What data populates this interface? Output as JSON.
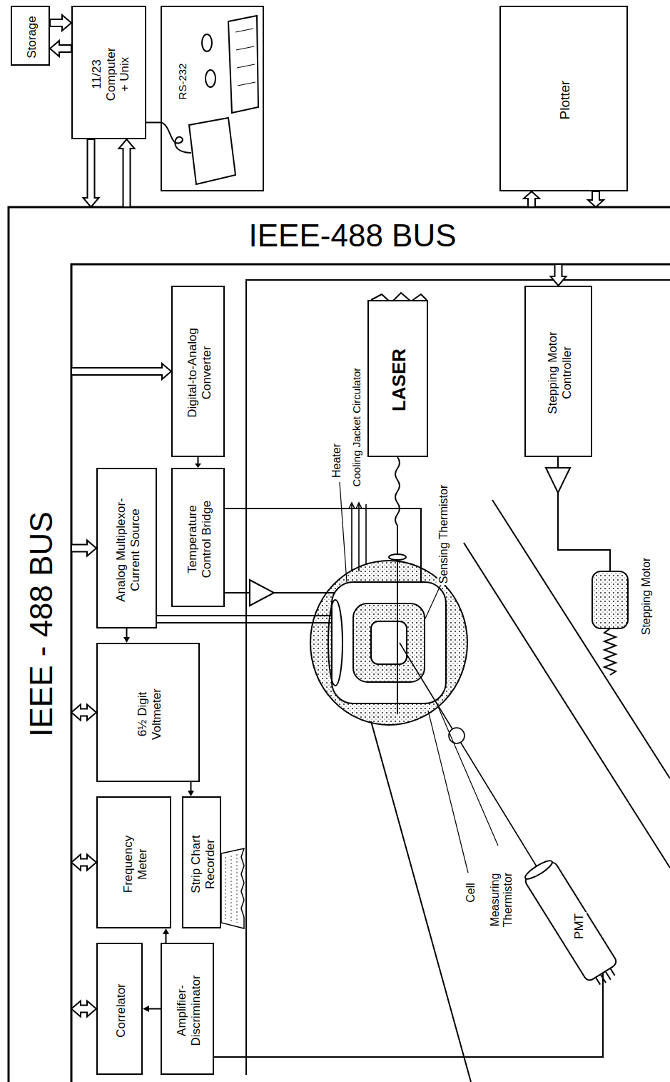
{
  "diagram": {
    "nodes": [
      {
        "text": [
          "Storage"
        ]
      },
      {
        "text": [
          "11/23 Computer + Unix"
        ]
      },
      {
        "text": [
          "RS-232"
        ]
      },
      {
        "text": [
          "Plotter"
        ]
      },
      {
        "text": [
          "IEEE-488 BUS"
        ]
      },
      {
        "text": [
          "IEEE - 488 BUS"
        ]
      },
      {
        "text": [
          "Digital-to-Analog Converter"
        ]
      },
      {
        "text": [
          "Analog Multiplexor- Current Source"
        ]
      },
      {
        "text": [
          "Temperature Control Bridge"
        ]
      },
      {
        "text": [
          "6½ Digit Voltmeter"
        ]
      },
      {
        "text": [
          "Frequency Meter"
        ]
      },
      {
        "text": [
          "Strip Chart Recorder"
        ]
      },
      {
        "text": [
          "Correlator"
        ]
      },
      {
        "text": [
          "Amplifier- Discriminator"
        ]
      },
      {
        "text": [
          "LASER"
        ]
      },
      {
        "text": [
          "Stepping Motor Controller"
        ]
      }
    ],
    "edges": [
      {
        "from": 0,
        "to": 1,
        "arrow": "to"
      },
      {
        "from": 1,
        "to": 0,
        "arrow": "to"
      },
      {
        "from": 1,
        "to": 2,
        "arrow": "none"
      },
      {
        "from": 1,
        "to": 4,
        "arrow": "to"
      },
      {
        "from": 4,
        "to": 1,
        "arrow": "to"
      },
      {
        "from": 4,
        "to": 3,
        "arrow": "to"
      },
      {
        "from": 3,
        "to": 4,
        "arrow": "to"
      },
      {
        "from": 5,
        "to": 6,
        "arrow": "to"
      },
      {
        "from": 5,
        "to": 7,
        "arrow": "to"
      },
      {
        "from": 6,
        "to": 8,
        "arrow": "to"
      },
      {
        "from": 7,
        "to": 9,
        "arrow": "to"
      },
      {
        "from": 9,
        "to": 5,
        "arrow": "both"
      },
      {
        "from": 9,
        "to": 11,
        "arrow": "to"
      },
      {
        "from": 10,
        "to": 5,
        "arrow": "both"
      },
      {
        "from": 13,
        "to": 10,
        "arrow": "to"
      },
      {
        "from": 12,
        "to": 5,
        "arrow": "both"
      },
      {
        "from": 13,
        "to": 12,
        "arrow": "to"
      },
      {
        "from": 4,
        "to": 15,
        "arrow": "to"
      }
    ],
    "labels": [
      "Heater",
      "Cooling Jacket Circulator",
      "Sensing Thermistor",
      "Stepping Motor",
      "PMT",
      "Cell",
      "Measuring Thermistor"
    ]
  }
}
